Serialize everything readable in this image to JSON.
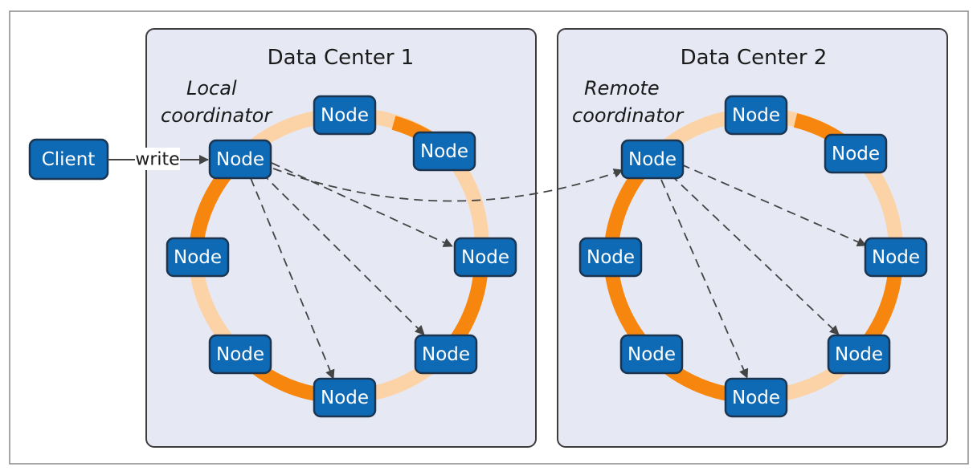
{
  "client": {
    "label": "Client"
  },
  "write_label": "write",
  "data_centers": [
    {
      "title": "Data Center 1",
      "coordinator_label_line1": "Local",
      "coordinator_label_line2": "coordinator",
      "nodes": [
        "Node",
        "Node",
        "Node",
        "Node",
        "Node",
        "Node",
        "Node",
        "Node"
      ]
    },
    {
      "title": "Data Center 2",
      "coordinator_label_line1": "Remote",
      "coordinator_label_line2": "coordinator",
      "nodes": [
        "Node",
        "Node",
        "Node",
        "Node",
        "Node",
        "Node",
        "Node",
        "Node"
      ]
    }
  ],
  "colors": {
    "node_fill": "#0f6ab5",
    "node_border": "#1b3550",
    "ring_dark": "#f7860f",
    "ring_light": "#fcd3a6",
    "dc_background": "#e6e8f4"
  }
}
